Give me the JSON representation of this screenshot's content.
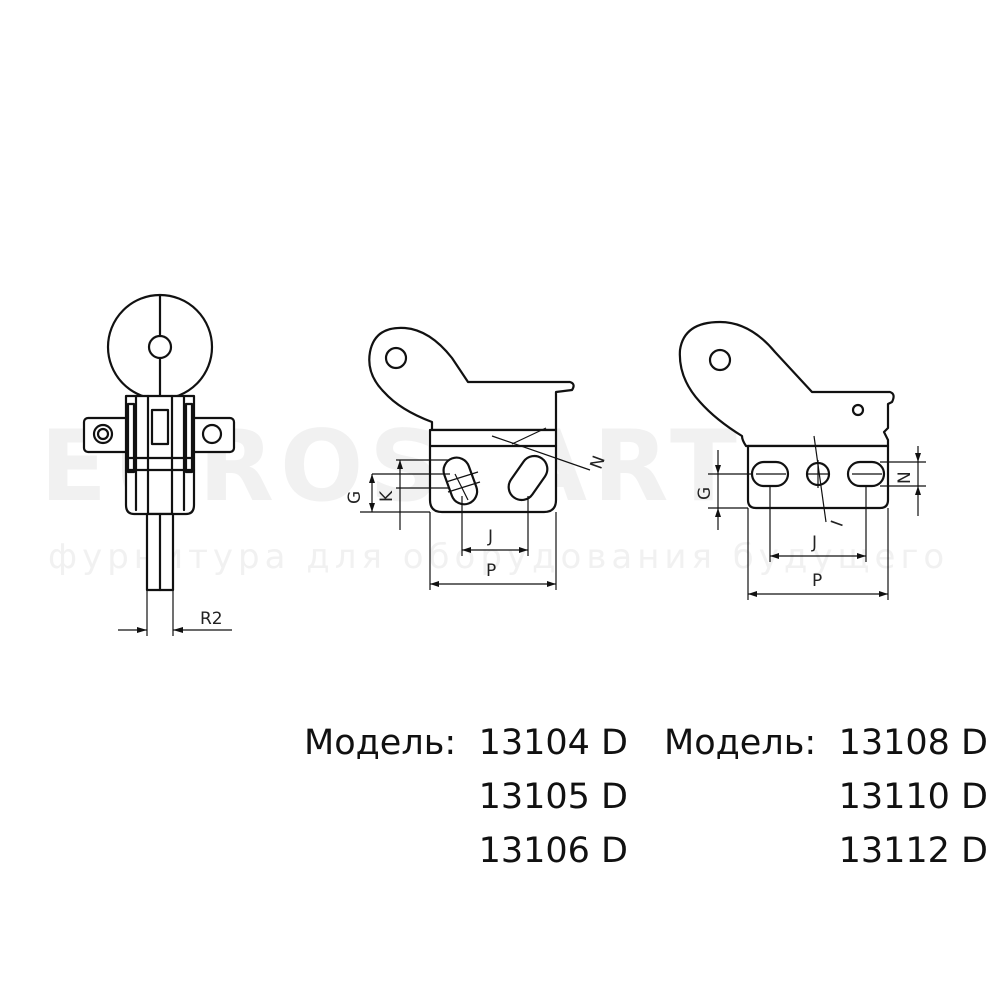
{
  "watermark": {
    "main": "EUROSTART",
    "sub": "фурнитура для оборудования будущего"
  },
  "dimension_labels": {
    "r2": "R2",
    "g_left": "G",
    "k_left": "K",
    "n_left": "N",
    "j_left": "J",
    "p_left": "P",
    "g_right": "G",
    "n_right": "N",
    "i_right": "I",
    "j_right": "J",
    "p_right": "P"
  },
  "models": {
    "left": {
      "label": "Модель:",
      "numbers": [
        "13104 D",
        "13105 D",
        "13106 D"
      ]
    },
    "right": {
      "label": "Модель:",
      "numbers": [
        "13108 D",
        "13110 D",
        "13112 D"
      ]
    }
  }
}
